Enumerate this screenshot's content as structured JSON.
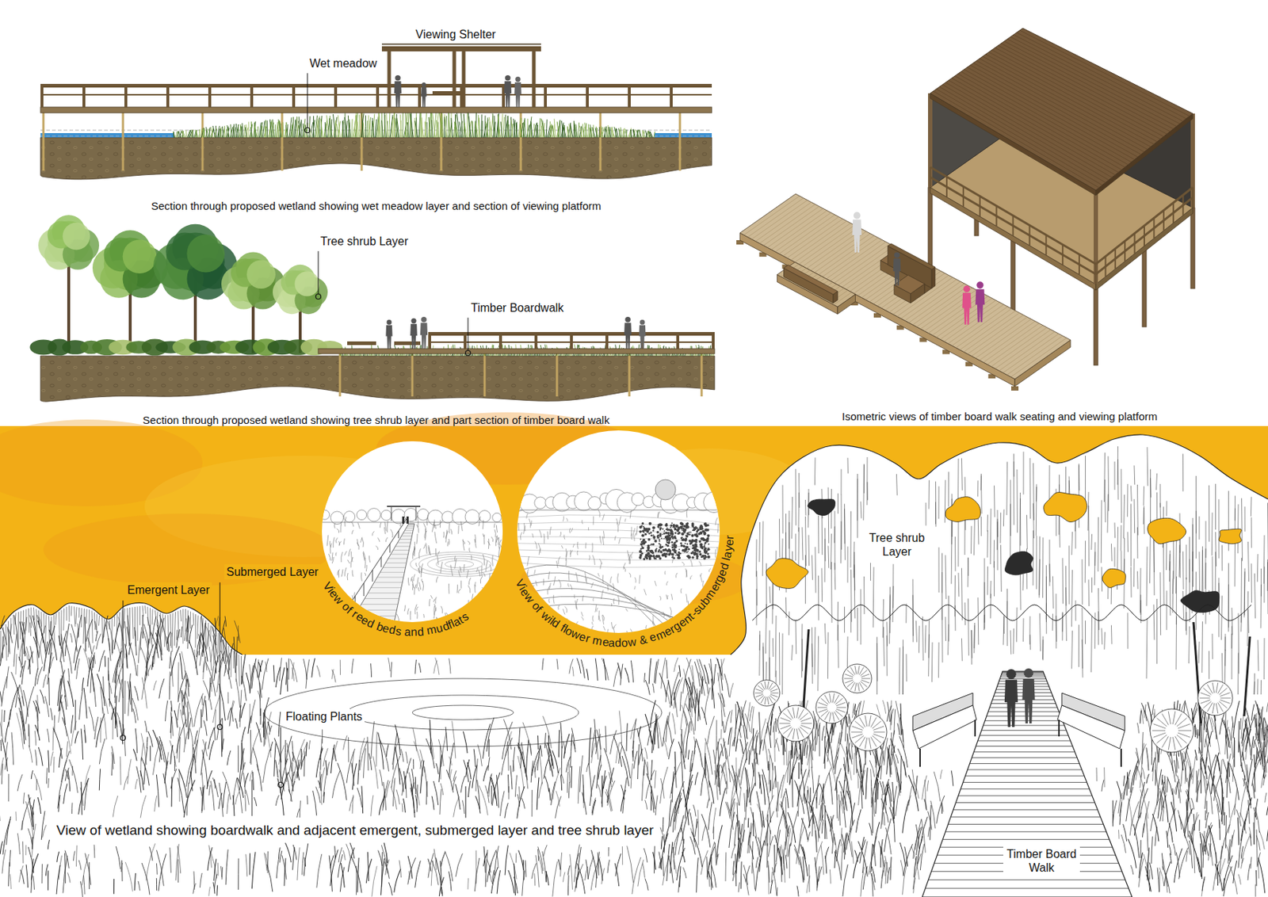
{
  "diagram": {
    "nodes": [
      {
        "text": [
          "View of reed beds and mudflats"
        ]
      },
      {
        "text": [
          "View of wild flower meadow & emergent-submerged layer"
        ]
      }
    ],
    "labels": [
      "Viewing Shelter",
      "Wet meadow",
      "Section through proposed wetland showing wet meadow layer and section of viewing platform",
      "Tree shrub Layer",
      "Timber Boardwalk",
      "Section through proposed wetland showing tree shrub layer and part section of timber board walk",
      "Isometric views of timber board walk seating and viewing platform",
      "Emergent Layer",
      "Submerged Layer",
      "Floating Plants",
      "Tree shrub Layer",
      "Timber Board Walk",
      "View of wetland showing boardwalk and adjacent emergent, submerged layer and tree shrub layer"
    ]
  }
}
